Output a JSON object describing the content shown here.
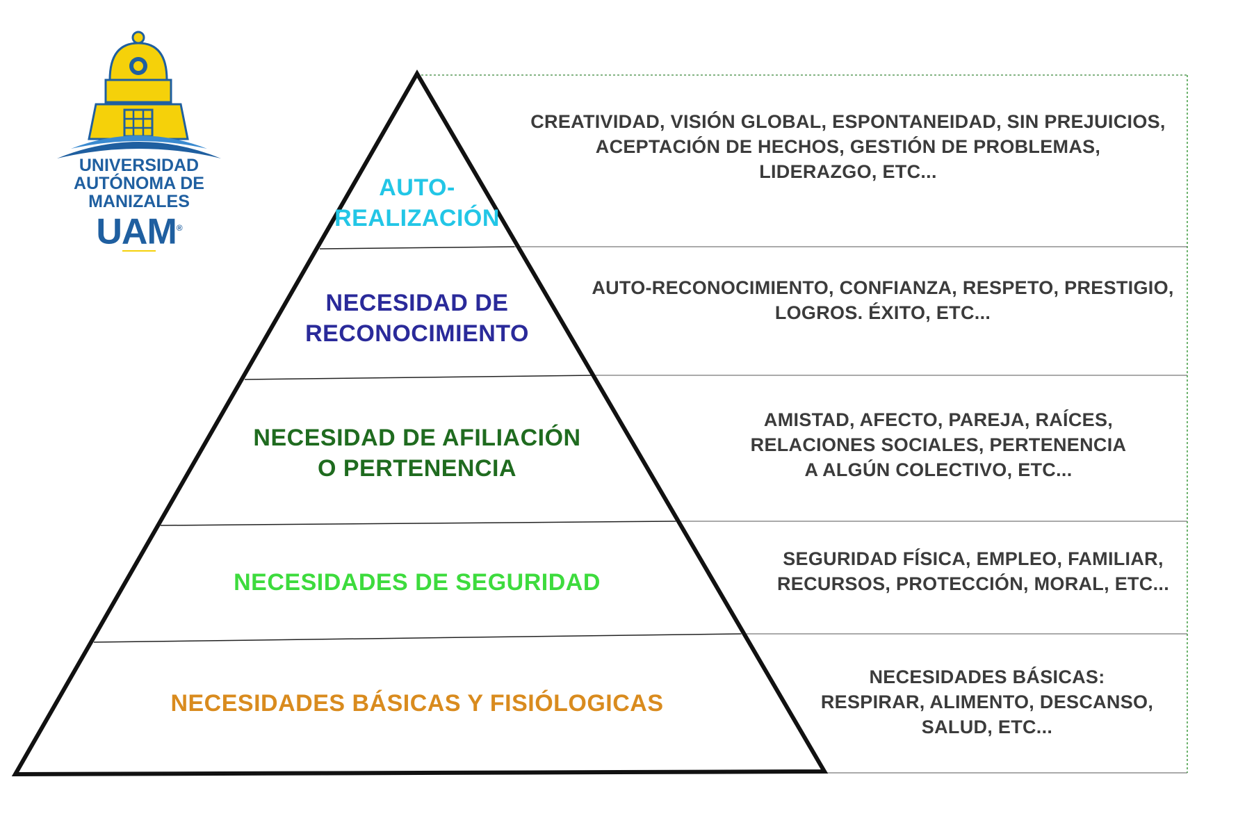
{
  "logo": {
    "lines": [
      "UNIVERSIDAD",
      "AUTÓNOMA DE",
      "MANIZALES"
    ],
    "acronym": "UAM",
    "registered": "®",
    "colors": {
      "blue": "#1f5fa0",
      "yellow": "#f5d10a"
    }
  },
  "levels": [
    {
      "lines": [
        "AUTO-",
        "REALIZACIÓN"
      ],
      "color": "#22c6e6",
      "description": [
        "CREATIVIDAD, VISIÓN GLOBAL, ESPONTANEIDAD, SIN PREJUICIOS,",
        "ACEPTACIÓN DE HECHOS, GESTIÓN DE PROBLEMAS,",
        "LIDERAZGO, ETC..."
      ]
    },
    {
      "lines": [
        "NECESIDAD DE",
        "RECONOCIMIENTO"
      ],
      "color": "#2a2a9a",
      "description": [
        "AUTO-RECONOCIMIENTO, CONFIANZA, RESPETO, PRESTIGIO,",
        "LOGROS. ÉXITO, ETC..."
      ]
    },
    {
      "lines": [
        "NECESIDAD DE AFILIACIÓN",
        "O PERTENENCIA"
      ],
      "color": "#1f6b1f",
      "description": [
        "AMISTAD, AFECTO, PAREJA, RAÍCES,",
        "RELACIONES SOCIALES, PERTENENCIA",
        "A ALGÚN COLECTIVO, ETC..."
      ]
    },
    {
      "lines": [
        "NECESIDADES DE SEGURIDAD"
      ],
      "color": "#3ddb3d",
      "description": [
        "SEGURIDAD FÍSICA, EMPLEO, FAMILIAR,",
        "RECURSOS, PROTECCIÓN, MORAL, ETC..."
      ]
    },
    {
      "lines": [
        "NECESIDADES BÁSICAS Y FISIÓLOGICAS"
      ],
      "color": "#d98b1e",
      "description": [
        "NECESIDADES BÁSICAS:",
        "RESPIRAR, ALIMENTO, DESCANSO,",
        "SALUD, ETC..."
      ]
    }
  ]
}
